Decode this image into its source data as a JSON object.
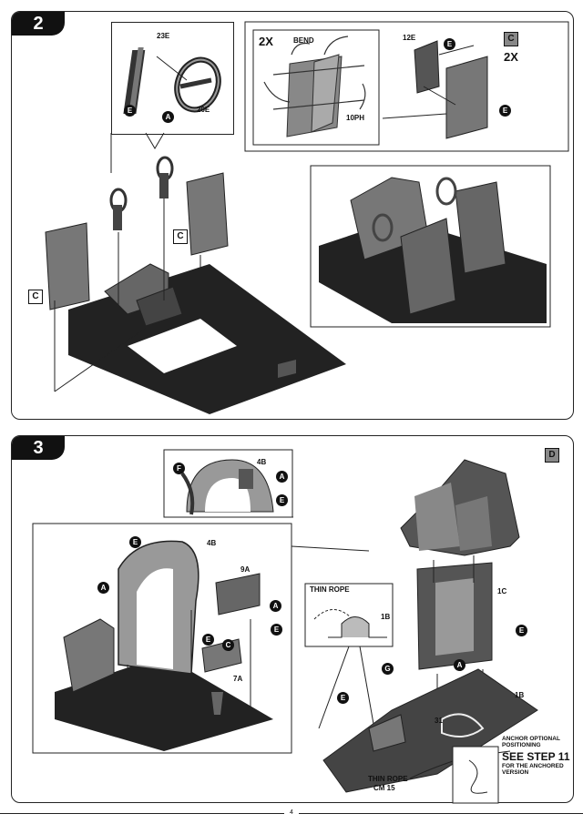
{
  "steps": [
    {
      "number": "2"
    },
    {
      "number": "3"
    }
  ],
  "step2": {
    "detail_wheel": {
      "part_top": "23E",
      "part_right": "20E",
      "callout_e": "E",
      "callout_a": "A"
    },
    "detail_bend": {
      "multiplier": "2X",
      "bend_label": "BEND",
      "part_label": "10PH"
    },
    "detail_c": {
      "part_label": "12E",
      "callout_e1": "E",
      "callout_e2": "E",
      "subassembly": "C",
      "multiplier": "2X"
    },
    "ref_c_mid": "C",
    "ref_c_left": "C"
  },
  "step3": {
    "detail_f": {
      "part_label": "4B",
      "callout_f": "F",
      "callout_a": "A",
      "callout_e": "E"
    },
    "main": {
      "part_4b": "4B",
      "part_9a": "9A",
      "part_7a": "7A",
      "callout_e1": "E",
      "callout_a1": "A",
      "callout_a2": "A",
      "callout_e2": "E",
      "callout_e3": "E",
      "callout_c": "C"
    },
    "subassembly_d": "D",
    "rope_detail": {
      "title": "THIN ROPE",
      "part": "1B"
    },
    "right": {
      "part_1c": "1C",
      "part_1b": "1B",
      "part_31": "31",
      "callout_e1": "E",
      "callout_a": "A",
      "callout_e2": "E",
      "callout_g": "G"
    },
    "rope_label_line1": "THIN ROPE",
    "rope_label_line2": "CM 15",
    "anchor_note": {
      "line1": "ANCHOR OPTIONAL",
      "line2": "POSITIONING",
      "line3": "SEE STEP 11",
      "line4": "FOR THE ANCHORED",
      "line5": "VERSION"
    }
  },
  "footer": {
    "page": "4"
  }
}
